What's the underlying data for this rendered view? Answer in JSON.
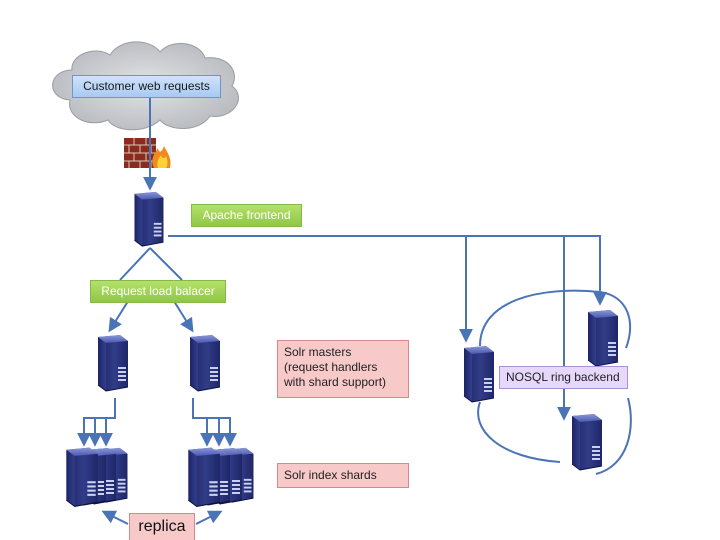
{
  "labels": {
    "customer": "Customer web requests",
    "apache": "Apache frontend",
    "load_balancer": "Request load balacer",
    "solr_masters": [
      "Solr masters",
      "(request handlers",
      "with shard support)"
    ],
    "solr_shards": "Solr index shards",
    "nosql": "NOSQL ring backend",
    "replica": "replica"
  },
  "colors": {
    "connector": "#4a74b6",
    "cloud": "#c6c8cc",
    "server_body": "#2f3a8c",
    "green_label": "#8fc844",
    "blue_label": "#a9c9f3",
    "red_label": "#f7c9c9",
    "purple_label": "#e6d8fb"
  },
  "icons": [
    "cloud-icon",
    "firewall-icon",
    "server-icon"
  ]
}
